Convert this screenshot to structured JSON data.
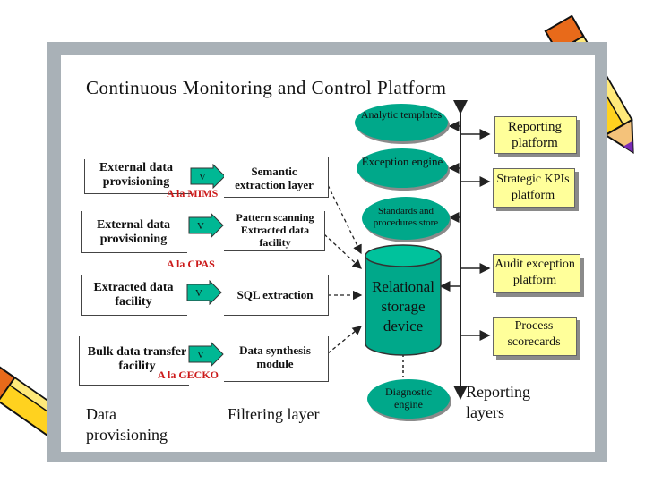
{
  "title": "Continuous Monitoring and Control Platform",
  "sources": [
    {
      "label": "External data provisioning"
    },
    {
      "label": "External data provisioning"
    },
    {
      "label": "Extracted data facility"
    },
    {
      "label": "Bulk data transfer facility"
    }
  ],
  "arrow_letter": "V",
  "modules": [
    {
      "label": "Semantic extraction layer"
    },
    {
      "label": "Pattern scanning Extracted data facility"
    },
    {
      "label": "SQL extraction"
    },
    {
      "label": "Data synthesis module"
    }
  ],
  "annotations": [
    "A la MIMS",
    "A la CPAS",
    "A la GECKO"
  ],
  "engines": {
    "analytic": "Analytic templates",
    "exception": "Exception engine",
    "standards": "Standards and procedures store",
    "diagnostic": "Diagnostic engine"
  },
  "storage": "Relational storage device",
  "reports": [
    "Reporting platform",
    "Strategic KPIs platform",
    "Audit exception platform",
    "Process scorecards"
  ],
  "layers": {
    "data": "Data provisioning",
    "filtering": "Filtering layer",
    "reporting": "Reporting layers"
  },
  "colors": {
    "teal": "#00a88a",
    "storage": "#00a88a",
    "report_fill": "#ffff9a",
    "arrow_fill": "#00b894",
    "annotation": "#cc1a1a",
    "frame": "#a9b1b7"
  }
}
